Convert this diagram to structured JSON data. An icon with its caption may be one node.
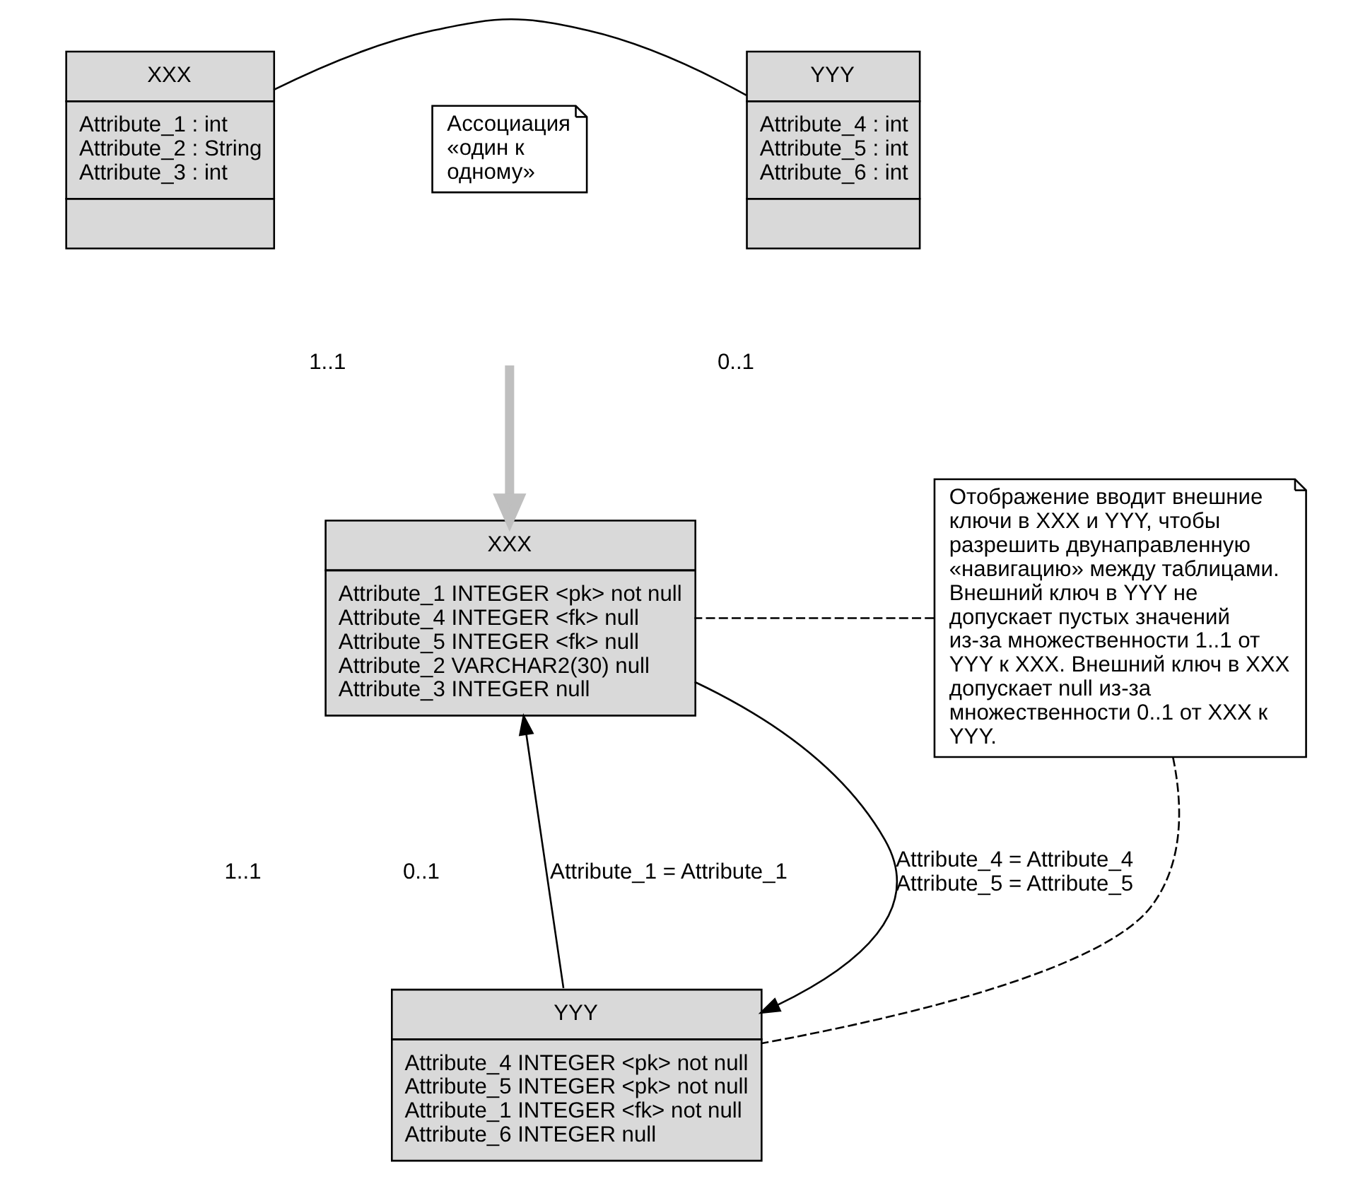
{
  "diagram": {
    "nodes": [
      {
        "text": [
          "Ассоциация «один к одному»"
        ]
      },
      {
        "text": [
          "XXX",
          "Attribute_1 : int",
          "Attribute_2 : String",
          "Attribute_3 : int"
        ]
      },
      {
        "text": [
          "YYY",
          "Attribute_4 : int",
          "Attribute_5 : int",
          "Attribute_6 : int"
        ]
      },
      {
        "text": [
          "XXX",
          "Attribute_1 INTEGER <pk> not null",
          "Attribute_4 INTEGER <fk> null",
          "Attribute_5 INTEGER <fk> null",
          "Attribute_2 VARCHAR2(30) null",
          "Attribute_3 INTEGER null"
        ]
      },
      {
        "text": [
          "YYY",
          "Attribute_4 INTEGER <pk> not null",
          "Attribute_5 INTEGER <pk> not null",
          "Attribute_1 INTEGER <fk> not null",
          "Attribute_6 INTEGER null"
        ]
      },
      {
        "text": [
          "Отображение вводит внешние ключи в XXX и YYY, чтобы разрешить двунаправленную «навигацию» между таблицами. Внешний ключ в YYY не допускает пустых значений из-за множественности 1..1 от YYY к XXX. Внешний ключ в XXX допускает null из-за множественности 0..1 от XXX к YYY."
        ]
      }
    ],
    "edges": [
      {
        "from": 1,
        "to": 2,
        "arrow": "none"
      },
      {
        "from": null,
        "to": 3,
        "arrow": "to",
        "style": "thick",
        "color": "#bfbfbf"
      },
      {
        "from": 3,
        "to": 4,
        "arrow": "to",
        "label": "Attribute_4 = Attribute_4 Attribute_5 = Attribute_5"
      },
      {
        "from": 4,
        "to": 3,
        "arrow": "to",
        "label": "Attribute_1 = Attribute_1"
      },
      {
        "from": 5,
        "to": 3,
        "arrow": "none",
        "style": "dashed"
      },
      {
        "from": 5,
        "to": 4,
        "arrow": "none",
        "style": "dashed"
      }
    ],
    "labels": [
      "1..1",
      "0..1",
      "1..1",
      "0..1"
    ]
  }
}
